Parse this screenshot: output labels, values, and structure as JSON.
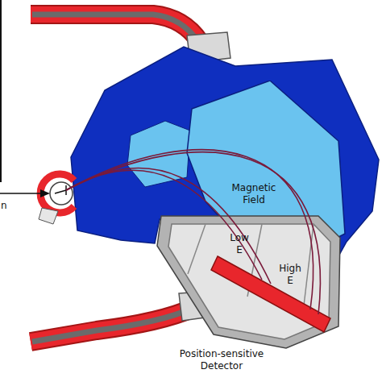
{
  "diagram": {
    "nodes": [
      {
        "text": [
          "Magnetic Field"
        ]
      },
      {
        "text": [
          "Low E",
          "High E",
          "Position-sensitive Detector"
        ]
      }
    ],
    "labels": [
      "n"
    ]
  }
}
